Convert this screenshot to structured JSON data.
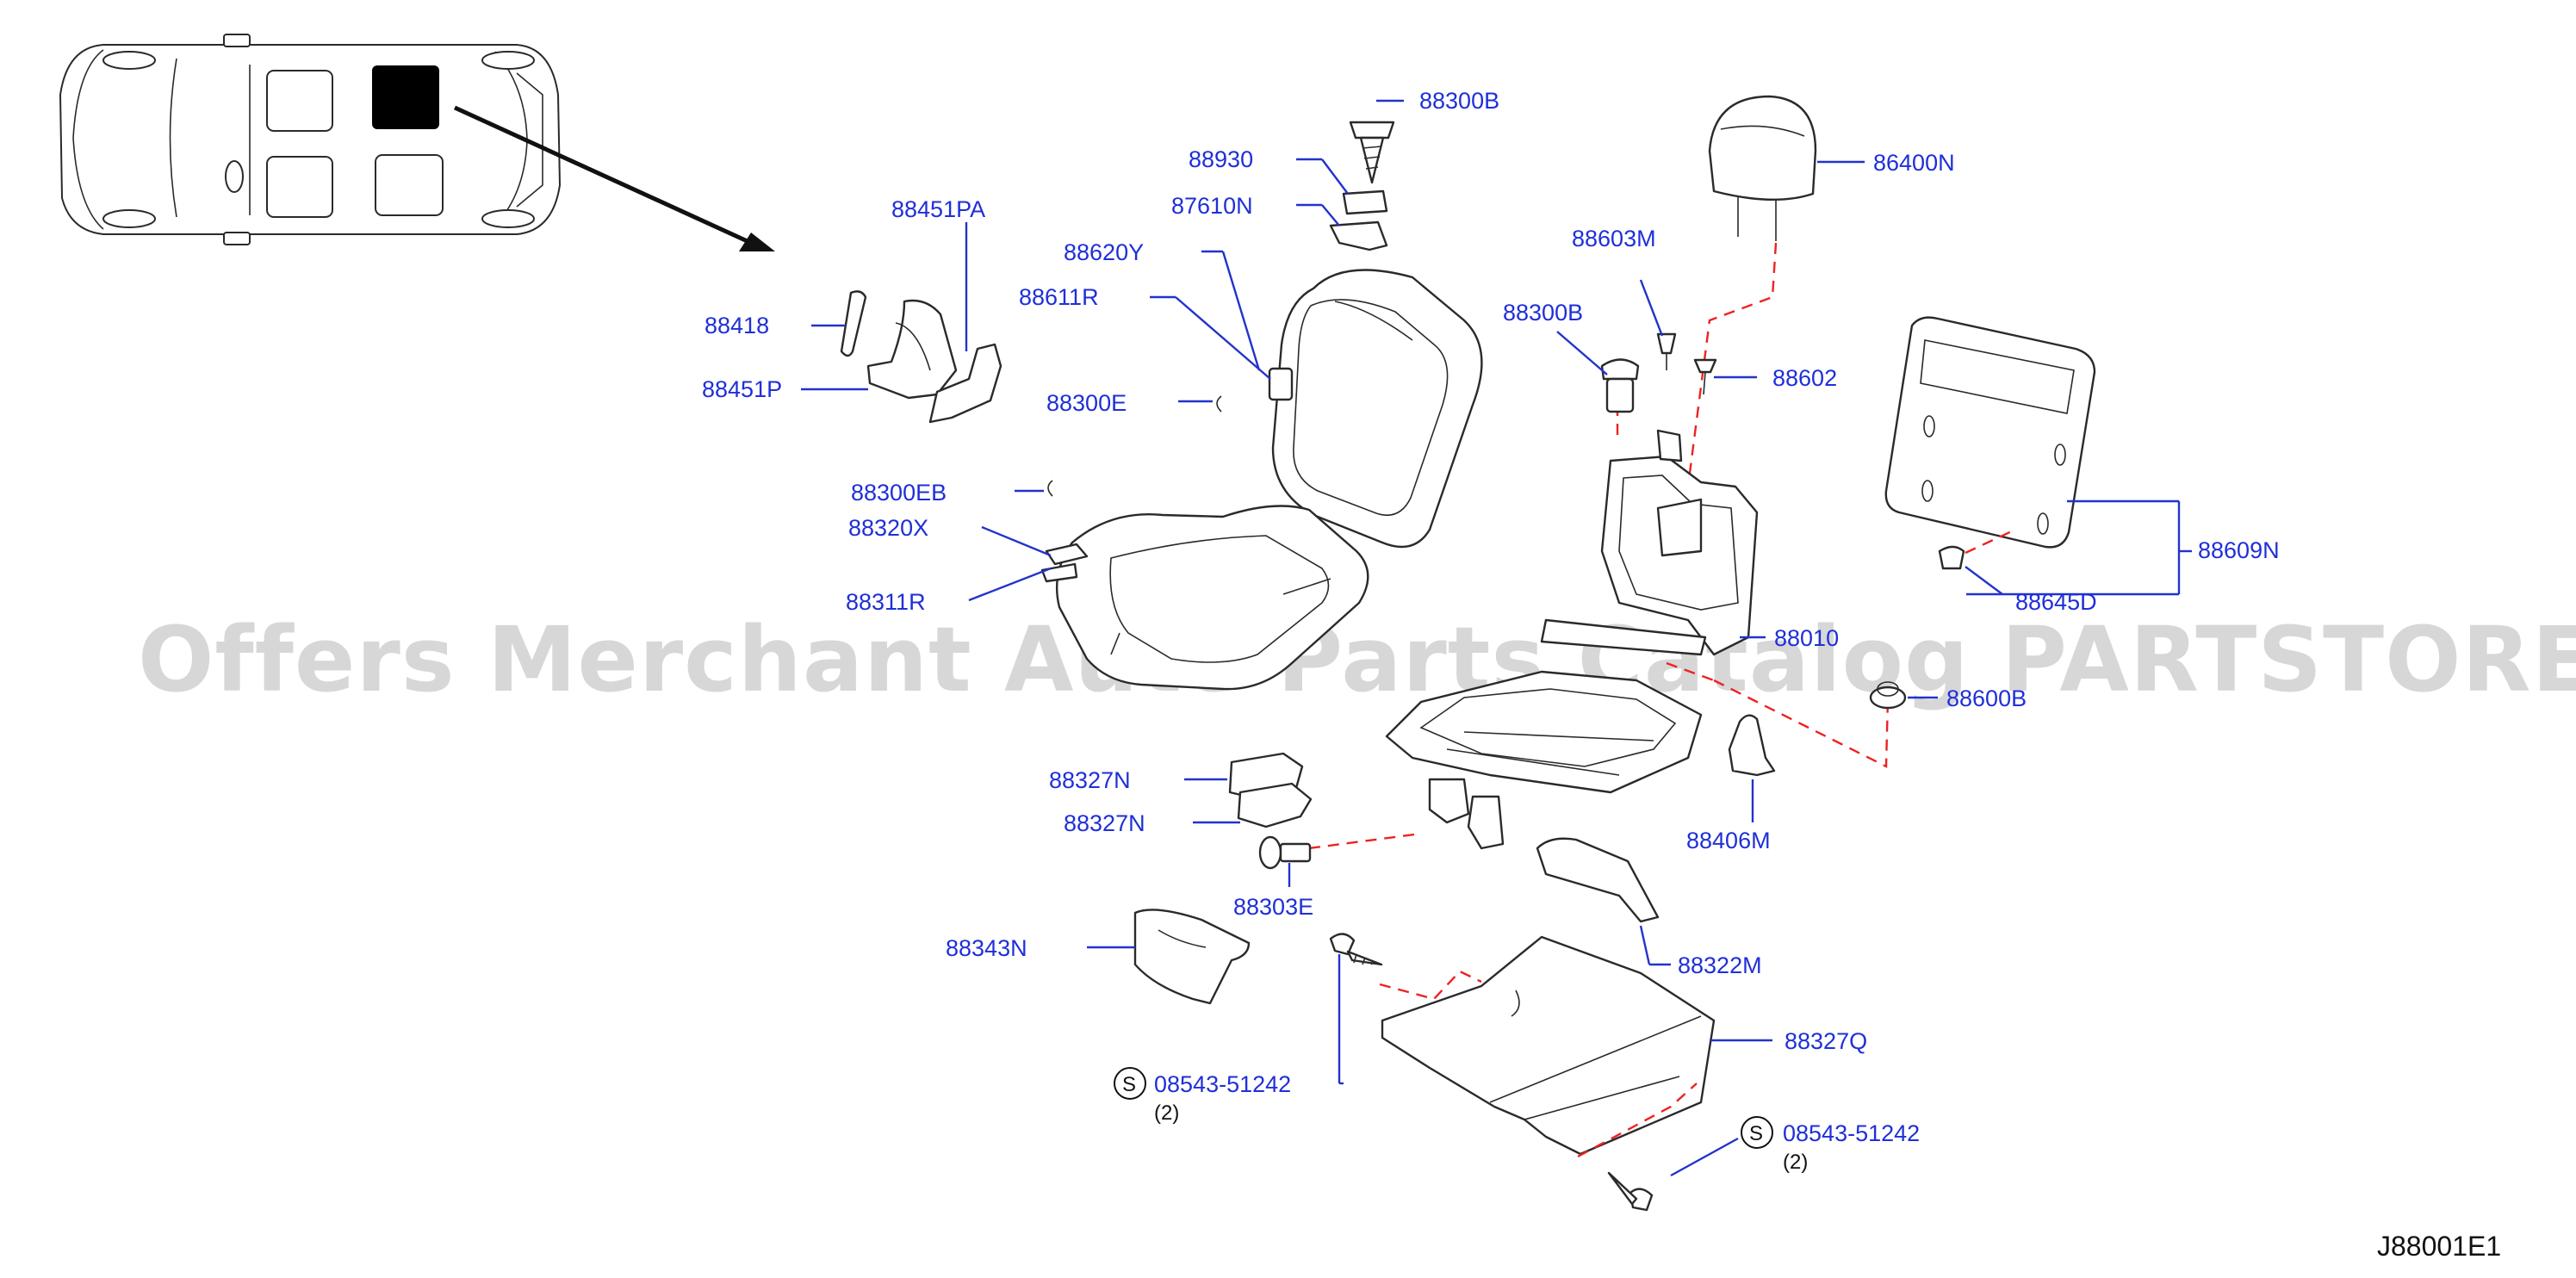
{
  "diagram_code": "J88001E1",
  "watermark": "Offers Merchant Auto Parts Catalog PARTSTORE.SA",
  "callouts": {
    "p88300B_top": "88300B",
    "p88930": "88930",
    "p87610N": "87610N",
    "p88451PA": "88451PA",
    "p88620Y": "88620Y",
    "p88611R": "88611R",
    "p88418": "88418",
    "p88451P": "88451P",
    "p88300E": "88300E",
    "p88300EB": "88300EB",
    "p88320X": "88320X",
    "p88311R": "88311R",
    "p86400N": "86400N",
    "p88603M": "88603M",
    "p88300B_mid": "88300B",
    "p88602": "88602",
    "p88609N": "88609N",
    "p88645D": "88645D",
    "p88010": "88010",
    "p88600B": "88600B",
    "p88327N_a": "88327N",
    "p88327N_b": "88327N",
    "p88406M": "88406M",
    "p88303E": "88303E",
    "p88343N": "88343N",
    "p88322M": "88322M",
    "p88327Q": "88327Q",
    "screw_left_number": "08543-51242",
    "screw_left_qty": "(2)",
    "screw_right_number": "08543-51242",
    "screw_right_qty": "(2)",
    "screw_symbol": "S"
  },
  "colors": {
    "label_blue": "#1f2fd8",
    "leader_blue": "#2233cc",
    "dashed_red": "#ee2222",
    "outline": "#2a2a2a",
    "highlight_seat": "#000000",
    "watermark_grey": "#c8c8c8"
  }
}
